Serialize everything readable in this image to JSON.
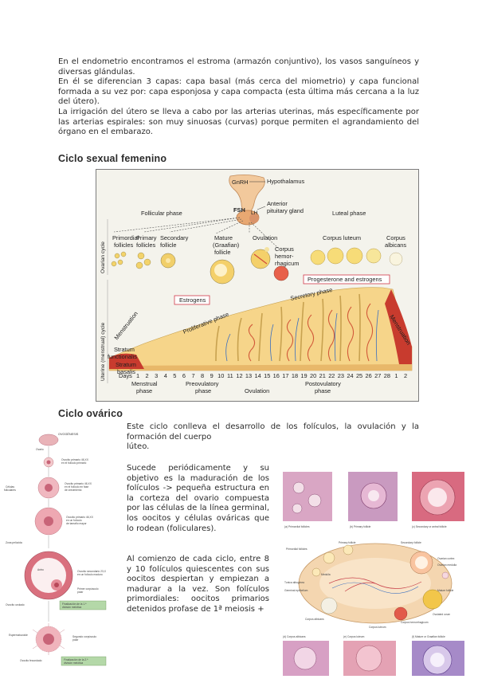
{
  "intro": {
    "p1": "En el endometrio encontramos el estroma (armazón conjuntivo), los vasos sanguíneos y diversas glándulas.",
    "p2": "En él se diferencian 3 capas: capa basal (más cerca del miometrio) y capa funcional formada a su vez por: capa esponjosa y capa compacta (esta última más cercana a la luz del útero).",
    "p3": "La irrigación del útero se lleva a cabo por las arterias uterinas, más específicamente por las arterias espirales: son muy sinuosas (curvas) porque permiten el agrandamiento del órgano en el embarazo."
  },
  "section1": {
    "title": "Ciclo sexual femenino",
    "color": "#e0245e"
  },
  "figure1": {
    "gnrh": "GnRH",
    "hypothalamus": "Hypothalamus",
    "fsh": "FSH",
    "lh": "LH",
    "anterior_pituitary": [
      "Anterior",
      "pituitary gland"
    ],
    "follicular_phase": "Follicular phase",
    "luteal_phase": "Luteal phase",
    "ovarian_cycle": "Ovarian cycle",
    "uterine_cycle": "Uterine (menstrual) cycle",
    "primordial": [
      "Primordial",
      "follicles"
    ],
    "primary": [
      "Primary",
      "follicles"
    ],
    "secondary": [
      "Secondary",
      "follicle"
    ],
    "mature": [
      "Mature",
      "(Graafian)",
      "follicle"
    ],
    "ovulation_label": "Ovulation",
    "corpus_hemorrhagicum": [
      "Corpus",
      "hemor-",
      "rhagicum"
    ],
    "corpus_luteum": "Corpus luteum",
    "corpus_albicans": [
      "Corpus",
      "albicans"
    ],
    "progesterone": "Progesterone and estrogens",
    "estrogens": "Estrogens",
    "menstruation": "Menstruation",
    "proliferative": "Proliferative phase",
    "secretory": "Secretory phase",
    "stratum_functionalis": [
      "Stratum",
      "functionalis"
    ],
    "stratum_basalis": [
      "Stratum",
      "basalis"
    ],
    "days_label": "Days",
    "days": [
      "1",
      "2",
      "3",
      "4",
      "5",
      "6",
      "7",
      "8",
      "9",
      "10",
      "11",
      "12",
      "13",
      "14",
      "15",
      "16",
      "17",
      "18",
      "19",
      "20",
      "21",
      "22",
      "23",
      "24",
      "25",
      "26",
      "27",
      "28",
      "1",
      "2"
    ],
    "menstrual_phase": [
      "Menstrual",
      "phase"
    ],
    "preovulatory_phase": [
      "Preovulatory",
      "phase"
    ],
    "ovulation_bottom": "Ovulation",
    "postovulatory_phase": [
      "Postovulatory",
      "phase"
    ]
  },
  "section2": {
    "title": "Ciclo ovárico",
    "color": "#e0245e"
  },
  "ovary": {
    "p1": "Este ciclo conlleva el desarrollo de los folículos, la ovulación y la formación del cuerpo",
    "p1b": "lúteo.",
    "p2": "Sucede periódicamente y su objetivo es la maduración de los folículos -> pequeña estructura en la corteza del ovario compuesta por las células de la línea germinal, los oocitos y células ováricas que lo rodean (foliculares).",
    "p3": "Al comienzo de cada ciclo, entre 8 y 10 folículos quiescentes con sus oocitos despiertan y empiezan a madurar a la vez. Son folículos primordiales: oocitos primarios detenidos profase de 1ª meiosis +"
  },
  "oogenesis": {
    "title": "OVOGÉNESIS",
    "ovario": "Ovario",
    "ovocito1": [
      "Ovocito primario 46,XX",
      "en el folículo primario"
    ],
    "celulas": [
      "Células",
      "foliculares"
    ],
    "ovocito2": [
      "Ovocito primario 46,XX",
      "en el folículo en fase",
      "de crecimiento"
    ],
    "ovocito3": [
      "Ovocito primario 46,XX",
      "en un folículo",
      "de tamaño mayor"
    ],
    "zona": "Zona pelúcida",
    "antro": "Antro",
    "ovocito4": [
      "Ovocito secundario 23,X",
      "en un folículo maduro"
    ],
    "primer_cuerpo": [
      "Primer corpúsculo",
      "polar"
    ],
    "fin1": [
      "Finalización de la 1.ª",
      "división meiótica"
    ],
    "ovocito_ovulado": "Ovocito ovulado",
    "espermatozoide": "Espermatozoide",
    "segundo_cuerpo": [
      "Segundo corpúsculo",
      "polar"
    ],
    "ovocito_fecundado": "Ovocito fecundado",
    "fin2": [
      "Finalización de la 2.ª",
      "división meiótica"
    ]
  },
  "histology": {
    "a": "(a) Primordial follicles",
    "b": "(b) Primary follicle",
    "c": "(c) Secondary or antral follicle",
    "d": "(d) Corpus albicans",
    "e": "(e) Corpus luteum",
    "f": "(f) Mature or Graafian follicle",
    "labels": [
      "Primordial follicles",
      "Primary follicle",
      "Secondary follicle",
      "Medulla",
      "Tunica albuginea",
      "Germinal epithelium",
      "Corpus albicans",
      "Corpus luteum",
      "Ovulated ovum",
      "Mature follicle",
      "Corpus hemorrhagicum",
      "Ovarian cortex",
      "Ovarian medulla"
    ]
  }
}
